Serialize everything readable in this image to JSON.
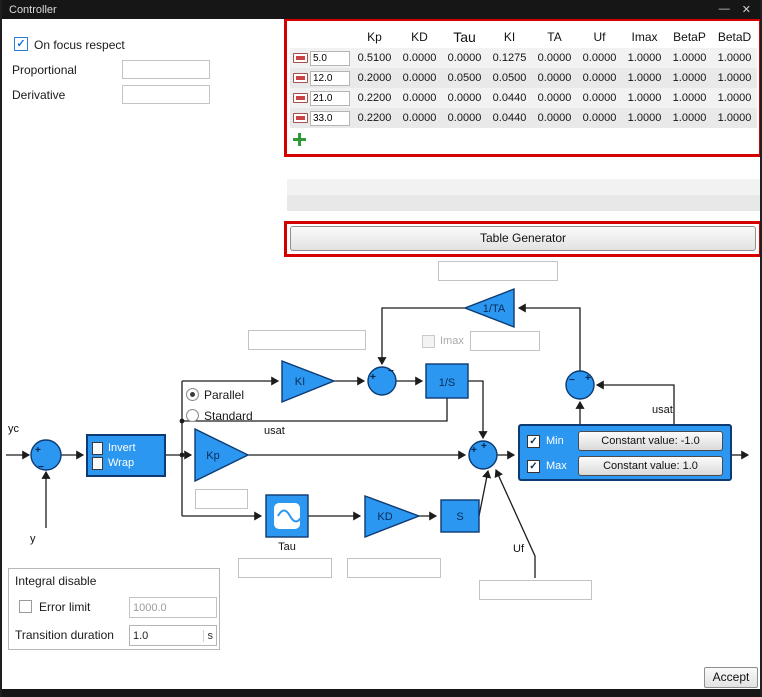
{
  "window": {
    "title": "Controller"
  },
  "icons": {
    "check": "✓",
    "minimize": "—",
    "close": "✕"
  },
  "left_panel": {
    "on_focus_label": "On focus respect",
    "proportional_label": "Proportional",
    "derivative_label": "Derivative"
  },
  "gain_table": {
    "columns": [
      "Kp",
      "KD",
      "Tau",
      "KI",
      "TA",
      "Uf",
      "Imax",
      "BetaP",
      "BetaD"
    ],
    "rows": [
      {
        "key": "5.0",
        "values": [
          "0.5100",
          "0.0000",
          "0.0000",
          "0.1275",
          "0.0000",
          "0.0000",
          "1.0000",
          "1.0000",
          "1.0000"
        ]
      },
      {
        "key": "12.0",
        "values": [
          "0.2000",
          "0.0000",
          "0.0500",
          "0.0500",
          "0.0000",
          "0.0000",
          "1.0000",
          "1.0000",
          "1.0000"
        ]
      },
      {
        "key": "21.0",
        "values": [
          "0.2200",
          "0.0000",
          "0.0000",
          "0.0440",
          "0.0000",
          "0.0000",
          "1.0000",
          "1.0000",
          "1.0000"
        ]
      },
      {
        "key": "33.0",
        "values": [
          "0.2200",
          "0.0000",
          "0.0000",
          "0.0440",
          "0.0000",
          "0.0000",
          "1.0000",
          "1.0000",
          "1.0000"
        ]
      }
    ]
  },
  "table_generator": {
    "label": "Table Generator"
  },
  "diagram": {
    "blocks": {
      "inv_ta": "1/TA",
      "ki": "KI",
      "kp": "Kp",
      "integrator": "1/S",
      "kd": "KD",
      "s": "S",
      "tau": "Tau"
    },
    "labels": {
      "yc": "yc",
      "y": "y",
      "usat_left": "usat",
      "usat_right": "usat",
      "uf": "Uf",
      "imax": "Imax"
    },
    "symbols": {
      "plus": "+",
      "minus": "−"
    },
    "radios": {
      "parallel": "Parallel",
      "standard": "Standard"
    },
    "invert_wrap": {
      "invert": "Invert",
      "wrap": "Wrap"
    },
    "minmax": {
      "min_label": "Min",
      "max_label": "Max",
      "min_button": "Constant value: -1.0",
      "max_button": "Constant value: 1.0"
    }
  },
  "integral_disable": {
    "title": "Integral disable",
    "error_limit_label": "Error limit",
    "error_limit_value": "1000.0",
    "transition_label": "Transition duration",
    "transition_value": "1.0",
    "transition_unit": "s"
  },
  "accept": {
    "label": "Accept"
  },
  "colors": {
    "accent_blue": "#2b97f1",
    "highlight_red": "#d40000",
    "title_bar": "#161616"
  }
}
